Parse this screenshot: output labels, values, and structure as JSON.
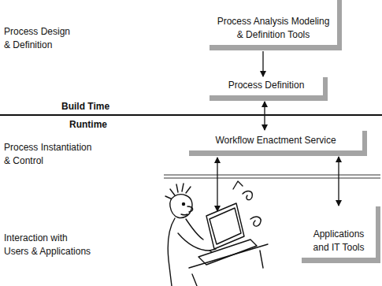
{
  "diagram": {
    "nodes": [
      {
        "text": [
          "Process Analysis Modeling & Definition Tools"
        ]
      },
      {
        "text": [
          "Process Definition"
        ]
      },
      {
        "text": [
          "Workflow Enactment Service"
        ]
      },
      {
        "text": [
          "Applications and IT Tools"
        ]
      }
    ],
    "edges": [
      {
        "from": 0,
        "to": 1,
        "arrow": "to"
      },
      {
        "from": 1,
        "to": 2,
        "arrow": "both"
      },
      {
        "from": 2,
        "to": 3,
        "arrow": "both"
      }
    ],
    "labels": [
      "Process Design & Definition",
      "Build Time",
      "Runtime",
      "Process Instantiation & Control",
      "Interaction with Users & Applications"
    ]
  }
}
